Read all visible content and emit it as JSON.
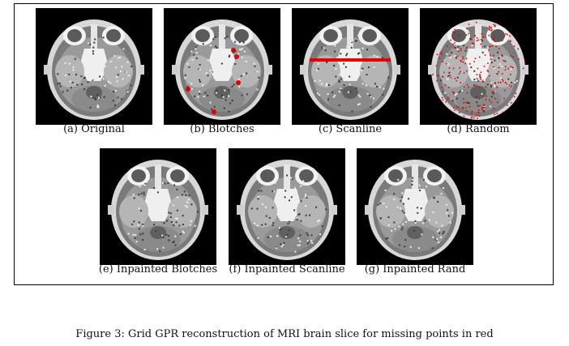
{
  "panels": [
    {
      "id": "a",
      "caption": "(a) Original",
      "overlay": "none"
    },
    {
      "id": "b",
      "caption": "(b) Blotches",
      "overlay": "blotches"
    },
    {
      "id": "c",
      "caption": "(c) Scanline",
      "overlay": "scanline"
    },
    {
      "id": "d",
      "caption": "(d) Random",
      "overlay": "random"
    },
    {
      "id": "e",
      "caption": "(e) Inpainted Blotches",
      "overlay": "none"
    },
    {
      "id": "f",
      "caption": "(f) Inpainted Scanline",
      "overlay": "none"
    },
    {
      "id": "g",
      "caption": "(g) Inpainted Rand",
      "overlay": "none"
    }
  ],
  "figure_caption": "Figure 3: Grid GPR reconstruction of MRI brain slice for missing points in red",
  "colors": {
    "missing_points": "#e00000",
    "background": "#000000"
  }
}
